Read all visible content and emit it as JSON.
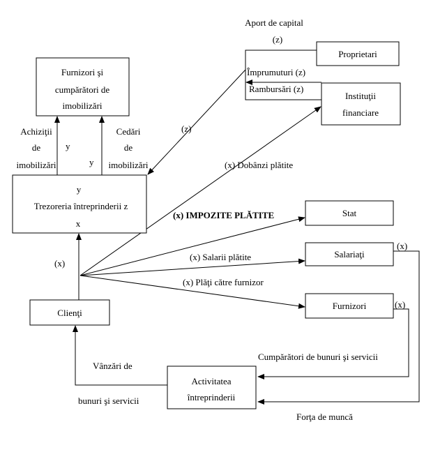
{
  "boxes": {
    "fixed_assets": [
      "Furnizori şi",
      "cumpărători de",
      "imobilizări"
    ],
    "treasury": {
      "top": "y",
      "middle": "Trezoreria întreprinderii  z",
      "bottom": "x"
    },
    "clients": "Clienţi",
    "owners": "Proprietari",
    "financial_institutions": [
      "Instituţii",
      "financiare"
    ],
    "state": "Stat",
    "employees": "Salariaţi",
    "suppliers": "Furnizori",
    "activity": [
      "Activitatea",
      "întreprinderii"
    ]
  },
  "labels": {
    "acquisitions": [
      "Achiziţii",
      "de",
      "imobilizări"
    ],
    "disposals": [
      "Cedări",
      "de",
      "imobilizări"
    ],
    "y1": "y",
    "y2": "y",
    "capital_contribution": "Aport de capital",
    "z_capital": "(z)",
    "loans": "Împrumuturi (z)",
    "repayments": "Rambursări (z)",
    "z_flow": "(z)",
    "interest_paid": "(x) Dobânzi plătite",
    "taxes_paid": "(x) IMPOZITE PLĂTITE",
    "salaries_paid": "(x) Salarii plătite",
    "supplier_payments": "(x) Plăţi către  furnizor",
    "x_clients": "(x)",
    "x_employees": "(x)",
    "x_suppliers": "(x)",
    "buyers": "Cumpărători de bunuri şi servicii",
    "labor": "Forţa de muncă",
    "sales": [
      "Vânzări de",
      "bunuri şi servicii"
    ]
  }
}
